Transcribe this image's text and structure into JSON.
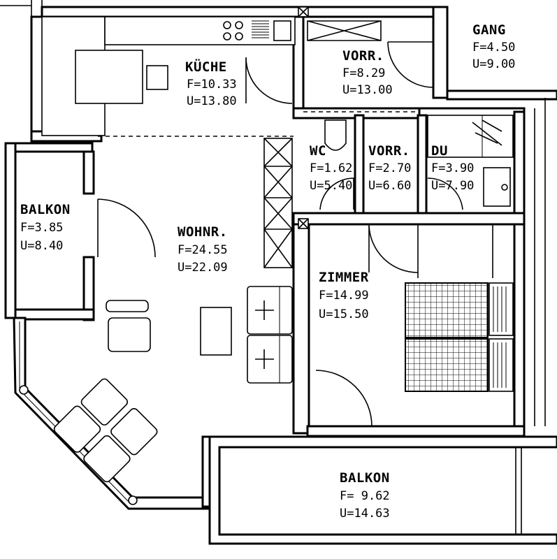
{
  "rooms": {
    "kueche": {
      "name": "KÜCHE",
      "f": "F=10.33",
      "u": "U=13.80"
    },
    "vorr1": {
      "name": "VORR.",
      "f": "F=8.29",
      "u": "U=13.00"
    },
    "gang": {
      "name": "GANG",
      "f": "F=4.50",
      "u": "U=9.00"
    },
    "wc": {
      "name": "WC",
      "f": "F=1.62",
      "u": "U=5.40"
    },
    "vorr2": {
      "name": "VORR.",
      "f": "F=2.70",
      "u": "U=6.60"
    },
    "du": {
      "name": "DU",
      "f": "F=3.90",
      "u": "U=7.90"
    },
    "balkon1": {
      "name": "BALKON",
      "f": "F=3.85",
      "u": "U=8.40"
    },
    "wohnr": {
      "name": "WOHNR.",
      "f": "F=24.55",
      "u": "U=22.09"
    },
    "zimmer": {
      "name": "ZIMMER",
      "f": "F=14.99",
      "u": "U=15.50"
    },
    "balkon2": {
      "name": "BALKON",
      "f": "F= 9.62",
      "u": "U=14.63"
    }
  }
}
